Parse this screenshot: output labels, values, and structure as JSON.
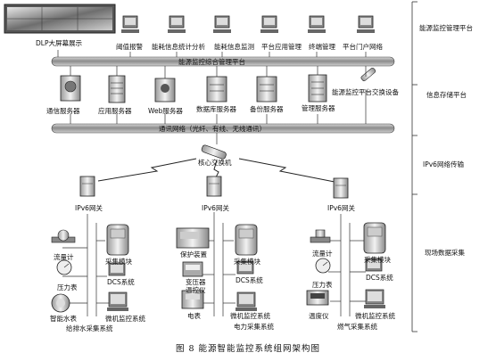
{
  "layers": {
    "management": "能源监控管理平台",
    "storage": "信息存储平台",
    "transport": "IPv6网络传输",
    "field": "现场数据采集"
  },
  "display": {
    "dlp_label": "DLP大屏幕展示"
  },
  "terminals": [
    "阈值报警",
    "能耗信息统计分析",
    "能耗信息监测",
    "平台应用管理",
    "终端管理",
    "平台门户网络"
  ],
  "platform_bar": "能源监控综合管理平台",
  "switch_device_label": "能源监控平台交换设备",
  "servers": [
    "通信服务器",
    "应用服务器",
    "Web服务器",
    "数据库服务器",
    "备份服务器",
    "管理服务器"
  ],
  "network_bar": "通讯网络（光纤、有线、无线通讯）",
  "core_switch": "核心交换机",
  "gateways": [
    "IPv6网关",
    "IPv6网关",
    "IPv6网关"
  ],
  "water_system": {
    "left_devices": [
      "流量计",
      "压力表",
      "智能水表"
    ],
    "right_devices": [
      "采集模块",
      "DCS系统",
      "微机监控系统"
    ],
    "name": "给排水采集系统"
  },
  "power_system": {
    "left_devices": [
      "保护装置",
      "变压器\n温控仪",
      "电表"
    ],
    "right_devices": [
      "采集模块",
      "DCS系统",
      "微机监控系统"
    ],
    "name": "电力采集系统"
  },
  "gas_system": {
    "left_devices": [
      "流量计",
      "压力表",
      "温度仪"
    ],
    "right_devices": [
      "采集模块",
      "DCS系统",
      "微机监控系统"
    ],
    "name": "燃气采集系统"
  },
  "caption": "图 8  能源智能监控系统组网架构图"
}
